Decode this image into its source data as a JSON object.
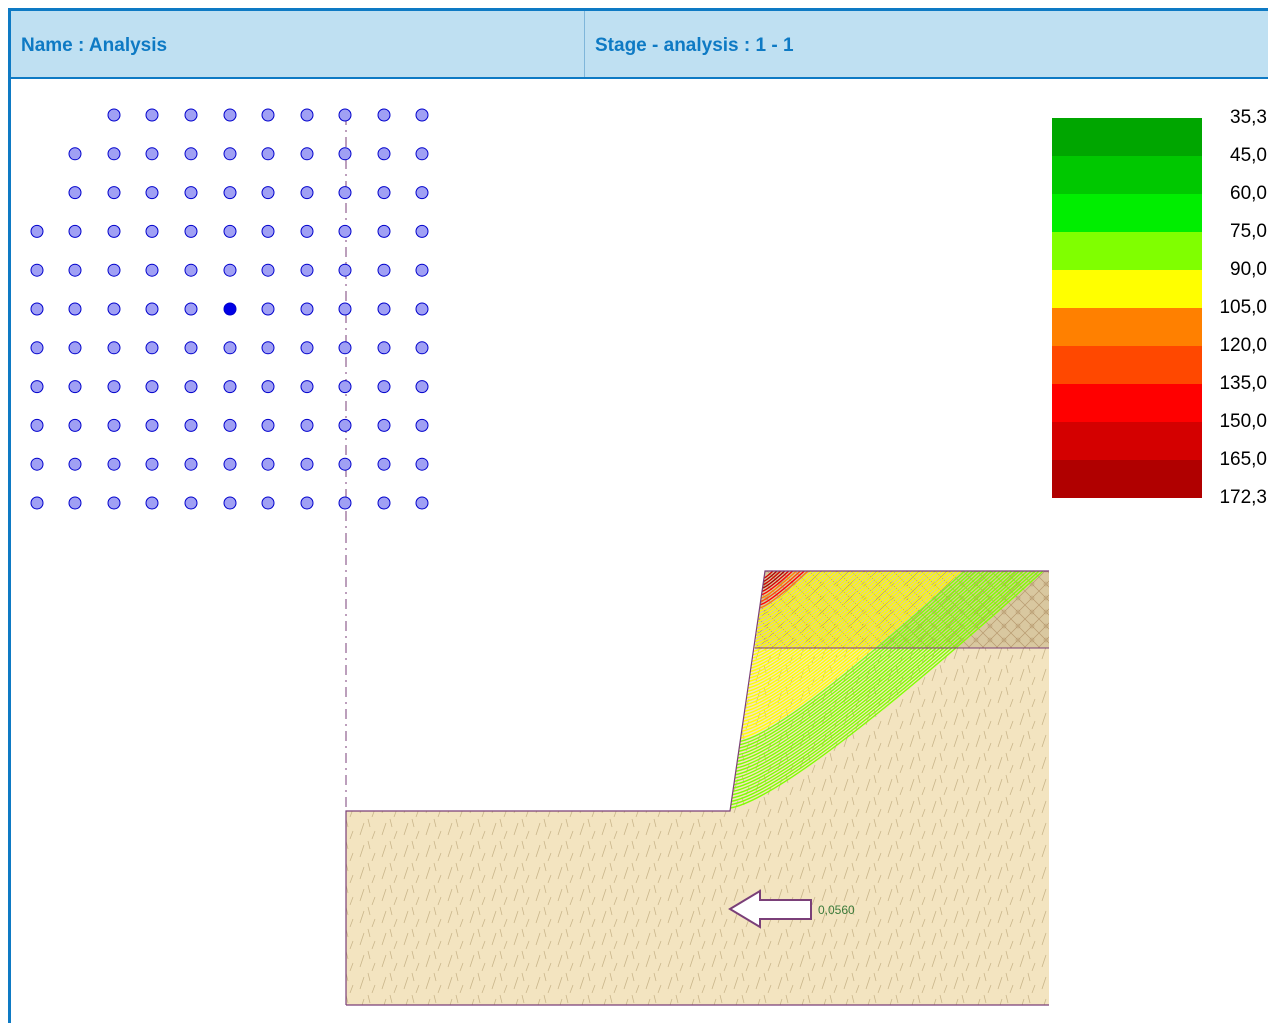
{
  "header": {
    "name_label": "Name : Analysis",
    "stage_label": "Stage - analysis : 1 - 1"
  },
  "legend": {
    "labels": [
      "35,3",
      "45,0",
      "60,0",
      "75,0",
      "90,0",
      "105,0",
      "120,0",
      "135,0",
      "150,0",
      "165,0",
      "172,3"
    ],
    "colors": [
      "#00a600",
      "#00c800",
      "#00ee00",
      "#80ff00",
      "#ffff00",
      "#ff8000",
      "#ff4800",
      "#ff0000",
      "#d40000",
      "#b00000"
    ]
  },
  "grid": {
    "row_counts": [
      9,
      10,
      10,
      11,
      11,
      11,
      11,
      11,
      11,
      11,
      11
    ],
    "selected": {
      "row": 5,
      "col": 5
    },
    "point_color": "#a0a0f4",
    "selected_color": "#0000e6"
  },
  "slope": {
    "soil_color": "#f3e4c0",
    "hatched_color": "#d9c8a0",
    "boundary_color": "#7a3f78"
  },
  "load": {
    "value_label": "0,0560",
    "arrow_color": "#7a3f78",
    "label_color": "#3a7a3a"
  }
}
